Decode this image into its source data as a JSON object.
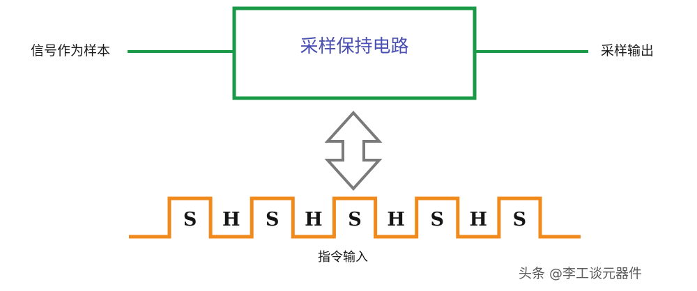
{
  "input_label": "信号作为样本",
  "block_title": "采样保持电路",
  "output_label": "采样输出",
  "control_label": "指令输入",
  "watermark": "头条 @李工谈元器件",
  "pulse_sequence": [
    "S",
    "H",
    "S",
    "H",
    "S",
    "H",
    "S",
    "H",
    "S"
  ],
  "colors": {
    "block_border": "#1a9a47",
    "signal_wire": "#1a9a47",
    "control_waveform": "#f08a1c",
    "arrow_fill": "#ffffff",
    "arrow_outline": "#7a7a7a",
    "title_text": "#4a4fb2"
  },
  "icons": {
    "bidirectional_arrow": "up-down-arrow-icon"
  }
}
